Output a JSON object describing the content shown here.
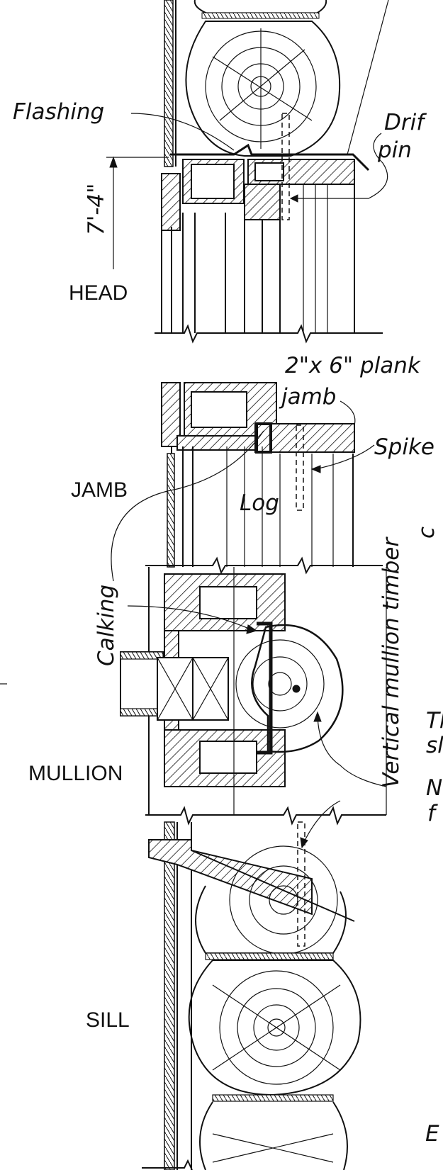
{
  "labels": {
    "flashing": "Flashing",
    "drift_pin_line1": "Drif",
    "drift_pin_line2": "pin",
    "dimension": "7'-4\"",
    "head": "HEAD",
    "plank_line1": "2\"x 6\" plank",
    "plank_line2": "jamb",
    "spike": "Spike",
    "jamb": "JAMB",
    "log": "Log",
    "calking": "Calking",
    "vertical_mullion_timber": "Vertical mullion timber",
    "mullion": "MULLION",
    "sill": "SILL",
    "edge_fragment_1": "c",
    "edge_fragment_2": "Th",
    "edge_fragment_3": "sl",
    "edge_fragment_4": "N",
    "edge_fragment_5": "f",
    "edge_fragment_6": "E"
  }
}
